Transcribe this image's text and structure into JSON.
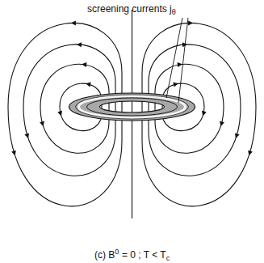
{
  "diagram": {
    "labels": [
      "screening currents j",
      "θ",
      "(c) B",
      "0",
      "= 0 ; T < T",
      "c"
    ]
  }
}
